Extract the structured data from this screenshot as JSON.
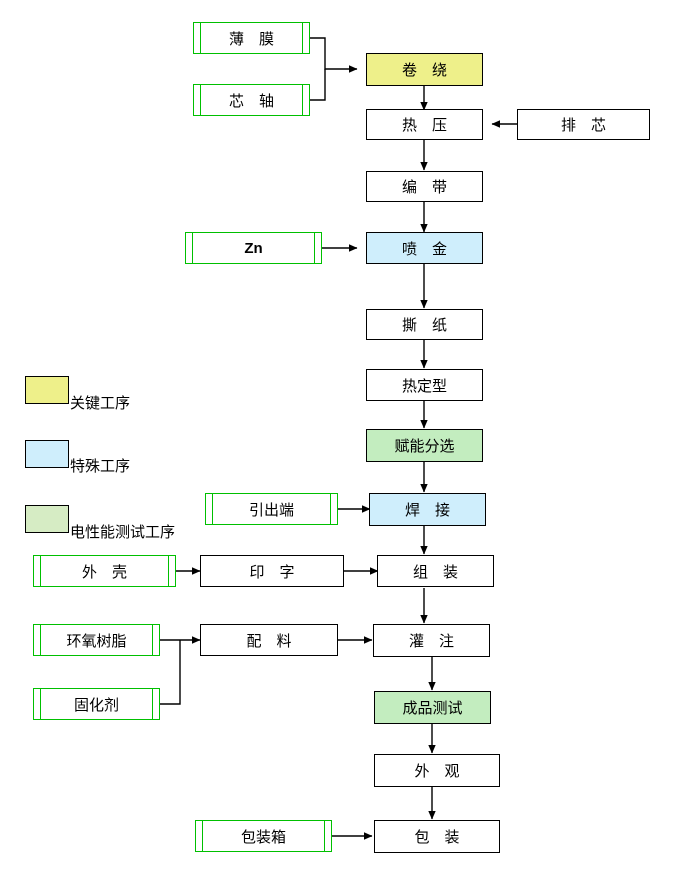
{
  "diagram": {
    "title": "",
    "colors": {
      "key_process": "#eef08a",
      "special_process": "#cfeefc",
      "electrical_test_process": "#c3edbf",
      "material_border": "#00c000",
      "process_border": "#000000"
    },
    "legend": [
      {
        "label": "关键工序",
        "type": "key"
      },
      {
        "label": "特殊工序",
        "type": "special"
      },
      {
        "label": "电性能测试工序",
        "type": "etest"
      }
    ],
    "materials": [
      {
        "id": "film",
        "label": "薄　膜"
      },
      {
        "id": "mandrel",
        "label": "芯　轴"
      },
      {
        "id": "zn",
        "label": "Zn"
      },
      {
        "id": "lead",
        "label": "引出端"
      },
      {
        "id": "shell",
        "label": "外　壳"
      },
      {
        "id": "epoxy",
        "label": "环氧树脂"
      },
      {
        "id": "hardener",
        "label": "固化剂"
      },
      {
        "id": "carton",
        "label": "包装箱"
      }
    ],
    "processes": [
      {
        "id": "winding",
        "label": "卷　绕",
        "type": "key"
      },
      {
        "id": "hotpress",
        "label": "热　压",
        "type": "plain"
      },
      {
        "id": "depin",
        "label": "排　芯",
        "type": "plain"
      },
      {
        "id": "taping",
        "label": "编　带",
        "type": "plain"
      },
      {
        "id": "metalize",
        "label": "喷　金",
        "type": "special"
      },
      {
        "id": "tearpaper",
        "label": "撕　纸",
        "type": "plain"
      },
      {
        "id": "heatset",
        "label": "热定型",
        "type": "plain"
      },
      {
        "id": "sorting",
        "label": "赋能分选",
        "type": "etest"
      },
      {
        "id": "welding",
        "label": "焊　接",
        "type": "special"
      },
      {
        "id": "printing",
        "label": "印　字",
        "type": "plain"
      },
      {
        "id": "assembly",
        "label": "组　装",
        "type": "plain"
      },
      {
        "id": "compounding",
        "label": "配　料",
        "type": "plain"
      },
      {
        "id": "potting",
        "label": "灌　注",
        "type": "plain"
      },
      {
        "id": "finaltest",
        "label": "成品测试",
        "type": "etest"
      },
      {
        "id": "appearance",
        "label": "外　观",
        "type": "plain"
      },
      {
        "id": "packaging",
        "label": "包　装",
        "type": "plain"
      }
    ]
  }
}
